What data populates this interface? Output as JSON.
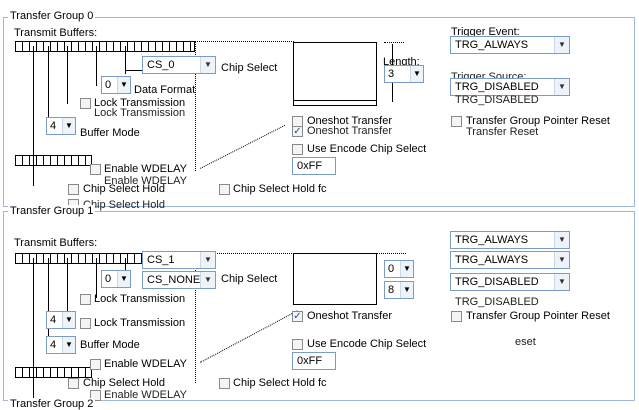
{
  "groups": [
    {
      "title": "Transfer Group 0",
      "transmit_buffers": "Transmit Buffers:",
      "cs_value": "CS_0",
      "chip_select_label": "Chip Select",
      "data_format_value": "0",
      "data_format_label": "Data Format",
      "lock_transmission": "Lock Transmission",
      "lock_transmission_ghost": "Lock Transmission",
      "buffer_mode_value": "4",
      "buffer_mode_label": "Buffer Mode",
      "enable_wdelay": "Enable WDELAY",
      "enable_wdelay_ghost": "Enable WDELAY",
      "chip_select_hold": "Chip Select Hold",
      "chip_select_hold_ghost": "Chip Select Hold",
      "chip_select_hold_fc": "Chip Select Hold fc",
      "length_label": "Length:",
      "length_value": "3",
      "oneshot_transfer": "Oneshot Transfer",
      "oneshot_transfer_ghost": "Oneshot Transfer",
      "use_encode_cs": "Use Encode Chip Select",
      "encode_value": "0xFF",
      "trigger_event_label": "Trigger Event:",
      "trigger_event_value": "TRG_ALWAYS",
      "trigger_source_label": "Trigger Source:",
      "trigger_source_value": "TRG_DISABLED",
      "trigger_source_ghost": "TRG_DISABLED",
      "pointer_reset": "Transfer Group Pointer Reset",
      "transfer_reset_ghost": "Transfer Reset"
    },
    {
      "title": "Transfer Group 1",
      "transmit_buffers": "Transmit Buffers:",
      "cs_value": "CS_1",
      "cs_ghost_value": "CS_NONE",
      "chip_select_label": "Chip Select",
      "data_format_value": "0",
      "lock_transmission": "Lock Transmission",
      "lock_transmission_2": "Lock Transmission",
      "buffer_mode_value": "4",
      "buffer_mode_value_2": "4",
      "buffer_mode_label": "Buffer Mode",
      "enable_wdelay": "Enable WDELAY",
      "enable_wdelay_ghost": "Enable WDELAY",
      "chip_select_hold": "Chip Select Hold",
      "chip_select_hold_fc": "Chip Select Hold fc",
      "length_value": "0",
      "length_value_2": "8",
      "oneshot_transfer": "Oneshot Transfer",
      "use_encode_cs": "Use Encode Chip Select",
      "encode_value": "0xFF",
      "trigger_event_value": "TRG_ALWAYS",
      "trigger_event_value_2": "TRG_ALWAYS",
      "trigger_source_value": "TRG_DISABLED",
      "trigger_source_ghost": "TRG_DISABLED",
      "pointer_reset": "Transfer Group Pointer Reset",
      "reset_ghost": "eset"
    }
  ],
  "next_group_title": "Transfer Group 2",
  "checked_mark": "✓",
  "arrow_glyph": "▼"
}
